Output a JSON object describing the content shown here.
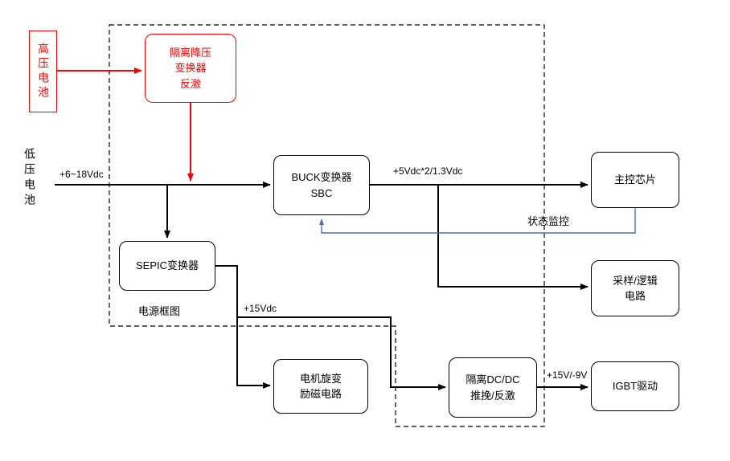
{
  "diagram_title": "电源框图",
  "nodes": {
    "hv_battery": {
      "label": "高压电池"
    },
    "lv_battery": {
      "label": "低压电池"
    },
    "isolated_buck": {
      "label": "隔离降压\n变换器\n反激"
    },
    "buck_sbc": {
      "label": "BUCK变换器\nSBC"
    },
    "main_chip": {
      "label": "主控芯片"
    },
    "sepic": {
      "label": "SEPIC变换器"
    },
    "sampling_logic": {
      "label": "采样/逻辑\n电路"
    },
    "resolver_excitation": {
      "label": "电机旋变\n励磁电路"
    },
    "isolated_dcdc": {
      "label": "隔离DC/DC\n推挽/反激"
    },
    "igbt_driver": {
      "label": "IGBT驱动"
    }
  },
  "edge_labels": {
    "lv_input": "+6~18Vdc",
    "sbc_output": "+5Vdc*2/1.3Vdc",
    "status_monitor": "状态监控",
    "sepic_output": "+15Vdc",
    "dcdc_output": "+15V/-9V"
  },
  "colors": {
    "hv_path": "#FF0000",
    "status_line": "#4472C4",
    "wire": "#000000"
  }
}
